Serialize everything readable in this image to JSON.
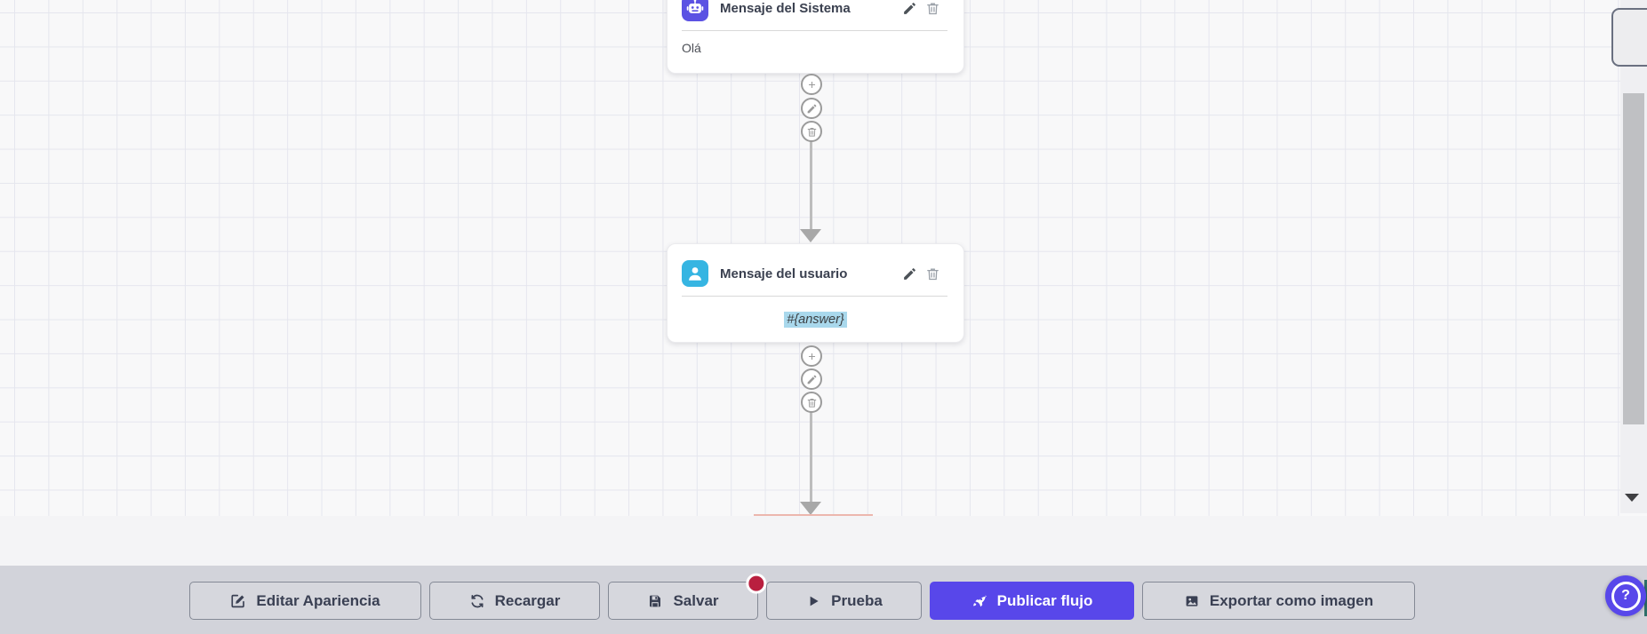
{
  "canvas": {
    "background_color": "#f8f8f9",
    "grid_line_color": "#e5e6ee",
    "cards": [
      {
        "title": "Mensaje del Sistema",
        "body": "Olá",
        "icon": "robot-icon",
        "icon_color": "#5b52e3"
      },
      {
        "title": "Mensaje del usuario",
        "body": "#{answer}",
        "icon": "user-avatar-icon",
        "icon_color": "#36b5e2",
        "body_highlight_color": "#a9d8ec"
      }
    ],
    "connector_buttons": [
      {
        "icon": "plus-icon"
      },
      {
        "icon": "pencil-icon"
      },
      {
        "icon": "trash-icon"
      }
    ]
  },
  "toolbar": {
    "background_color": "#d2d3da",
    "buttons": [
      {
        "label": "Editar Apariencia",
        "icon": "edit-square-icon"
      },
      {
        "label": "Recargar",
        "icon": "refresh-icon"
      },
      {
        "label": "Salvar",
        "icon": "floppy-save-icon",
        "badge_color": "#b91f3f"
      },
      {
        "label": "Prueba",
        "icon": "play-icon"
      },
      {
        "label": "Publicar flujo",
        "icon": "rocket-icon",
        "primary_color": "#5847ea"
      },
      {
        "label": "Exportar como imagen",
        "icon": "image-icon"
      }
    ]
  },
  "help_button": {
    "label": "?",
    "color": "#5847ea"
  }
}
